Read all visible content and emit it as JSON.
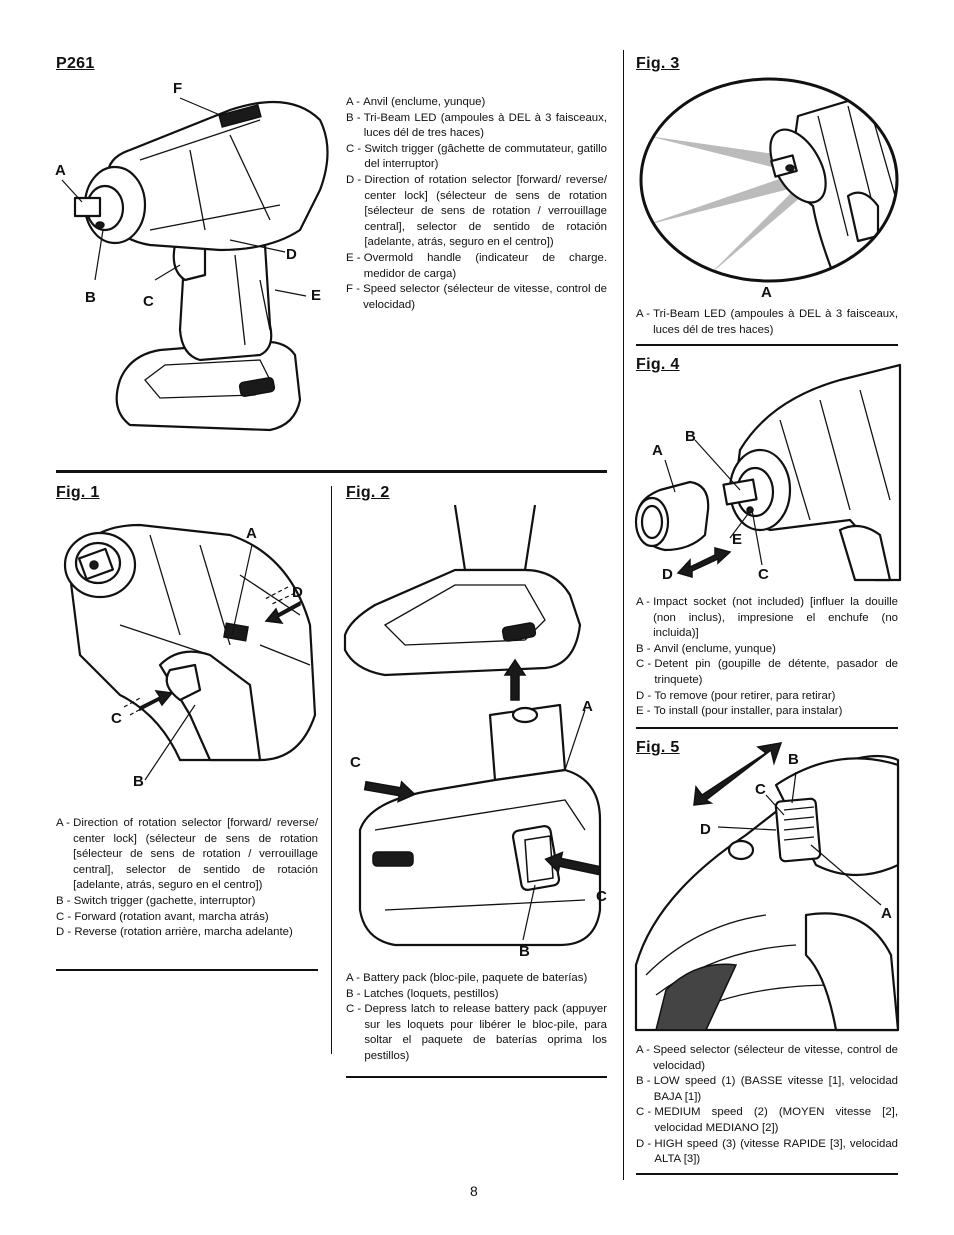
{
  "p261": {
    "title": "P261",
    "callouts": {
      "a": "A",
      "b": "B",
      "c": "C",
      "d": "D",
      "e": "E",
      "f": "F"
    },
    "legend": [
      {
        "key": "A - ",
        "text": "Anvil (enclume, yunque)"
      },
      {
        "key": "B - ",
        "text": "Tri-Beam LED (ampoules à DEL à 3 faisceaux, luces dél de tres haces)"
      },
      {
        "key": "C - ",
        "text": "Switch trigger (gâchette de commutateur, gatillo del interruptor)"
      },
      {
        "key": "D - ",
        "text": "Direction of rotation selector [forward/ reverse/ center lock] (sélecteur de sens de rotation [sélecteur de sens de rotation / verrouillage central], selector de sentido de rotación [adelante, atrás, seguro en el centro])"
      },
      {
        "key": "E - ",
        "text": "Overmold handle (indicateur de charge. medidor de carga)"
      },
      {
        "key": "F - ",
        "text": "Speed selector (sélecteur de vitesse, control de velocidad)"
      }
    ]
  },
  "fig1": {
    "title": "Fig. 1",
    "callouts": {
      "a": "A",
      "b": "B",
      "c": "C",
      "d": "D"
    },
    "legend": [
      {
        "key": "A - ",
        "text": "Direction of rotation selector [forward/ reverse/ center lock] (sélecteur de sens de rotation [sélecteur de sens de rotation / verrouillage central], selector de sentido de rotación [adelante, atrás, seguro en el centro])"
      },
      {
        "key": "B - ",
        "text": "Switch trigger (gachette, interruptor)"
      },
      {
        "key": "C - ",
        "text": "Forward (rotation avant, marcha atrás)"
      },
      {
        "key": "D - ",
        "text": "Reverse (rotation arrière, marcha adelante)"
      }
    ]
  },
  "fig2": {
    "title": "Fig. 2",
    "callouts": {
      "a": "A",
      "b": "B",
      "c1": "C",
      "c2": "C"
    },
    "legend": [
      {
        "key": "A - ",
        "text": "Battery pack (bloc-pile, paquete de baterías)"
      },
      {
        "key": "B - ",
        "text": "Latches (loquets, pestillos)"
      },
      {
        "key": "C - ",
        "text": "Depress latch to release battery pack (appuyer sur les loquets pour libérer le bloc-pile, para soltar el paquete de baterías oprima los pestillos)"
      }
    ]
  },
  "fig3": {
    "title": "Fig. 3",
    "callouts": {
      "a": "A"
    },
    "legend": [
      {
        "key": "A - ",
        "text": "Tri-Beam LED (ampoules à DEL à 3 faisceaux, luces dél de tres haces)"
      }
    ]
  },
  "fig4": {
    "title": "Fig. 4",
    "callouts": {
      "a": "A",
      "b": "B",
      "c": "C",
      "d": "D",
      "e": "E"
    },
    "legend": [
      {
        "key": "A - ",
        "text": "Impact socket (not included) [influer la douille (non inclus), impresione el enchufe (no incluida)]"
      },
      {
        "key": "B - ",
        "text": "Anvil (enclume, yunque)"
      },
      {
        "key": "C - ",
        "text": "Detent pin (goupille de détente, pasador de trinquete)"
      },
      {
        "key": "D - ",
        "text": "To remove (pour retirer, para retirar)"
      },
      {
        "key": "E - ",
        "text": "To install (pour installer, para instalar)"
      }
    ]
  },
  "fig5": {
    "title": "Fig. 5",
    "callouts": {
      "a": "A",
      "b": "B",
      "c": "C",
      "d": "D"
    },
    "legend": [
      {
        "key": "A - ",
        "text": "Speed selector (sélecteur de vitesse, control de velocidad)"
      },
      {
        "key": "B - ",
        "text": "LOW speed (1) (BASSE vitesse [1], velocidad BAJA [1])"
      },
      {
        "key": "C - ",
        "text": "MEDIUM speed (2) (MOYEN vitesse [2], velocidad MEDIANO [2])"
      },
      {
        "key": "D - ",
        "text": "HIGH speed (3) (vitesse RAPIDE [3], velocidad ALTA [3])"
      }
    ]
  },
  "page": {
    "number": "8"
  }
}
